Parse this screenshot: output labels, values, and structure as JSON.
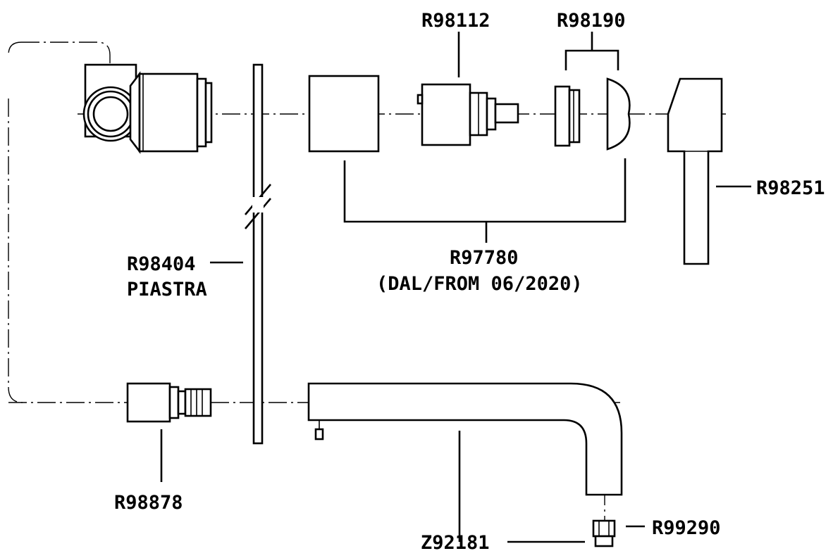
{
  "labels": {
    "r98112": "R98112",
    "r98190": "R98190",
    "r98251": "R98251",
    "r97780": "R97780",
    "r97780_note": "(DAL/FROM 06/2020)",
    "r98404": "R98404",
    "piastra": "PIASTRA",
    "r98878": "R98878",
    "z92181": "Z92181",
    "r99290": "R99290"
  }
}
